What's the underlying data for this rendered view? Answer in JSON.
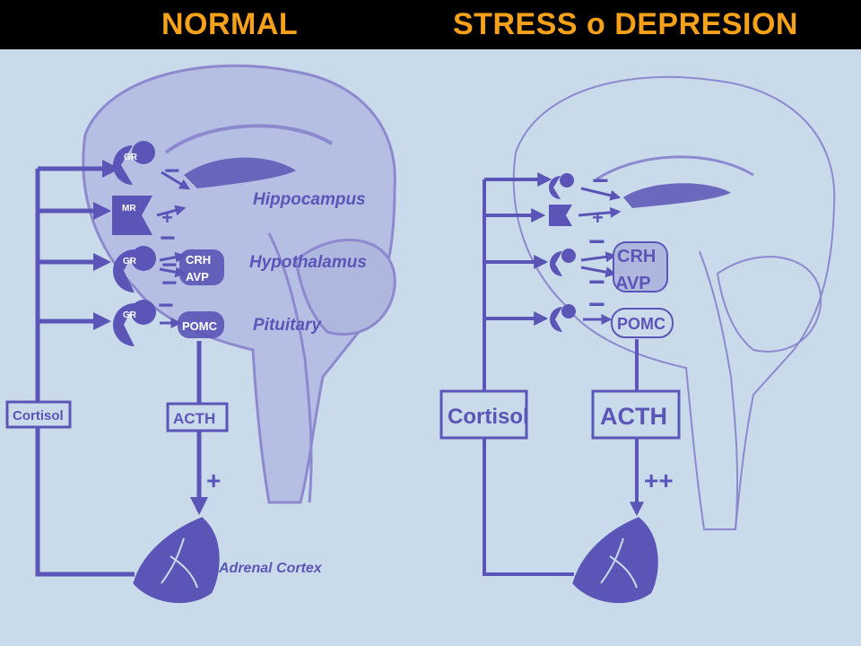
{
  "header": {
    "left_title": "NORMAL",
    "right_title": "STRESS o DEPRESION"
  },
  "normal": {
    "receptors": [
      "GR",
      "MR",
      "GR",
      "GR"
    ],
    "structures": {
      "hippocampus": "Hippocampus",
      "hypothalamus": "Hypothalamus",
      "pituitary": "Pituitary",
      "adrenal": "Adrenal Cortex"
    },
    "hormones": {
      "crh": "CRH",
      "avp": "AVP",
      "pomc": "POMC",
      "acth": "ACTH",
      "cortisol": "Cortisol"
    },
    "signs": {
      "s1": "−",
      "s2": "+",
      "s3": "−",
      "s4": "−",
      "s5": "−",
      "s6": "−",
      "acth_effect": "+"
    }
  },
  "stress": {
    "hormones": {
      "crh": "CRH",
      "avp": "AVP",
      "pomc": "POMC",
      "acth": "ACTH",
      "cortisol": "Cortisol"
    },
    "signs": {
      "s1": "−",
      "s2": "+",
      "s3": "−",
      "s4": "−",
      "s5": "−",
      "acth_effect": "++"
    }
  },
  "colors": {
    "ink": "#5a55b6",
    "outline": "#8d89cf",
    "brain_fill": "#b5bfe4",
    "background": "#c9dbea",
    "header_text": "#f5a21a"
  }
}
